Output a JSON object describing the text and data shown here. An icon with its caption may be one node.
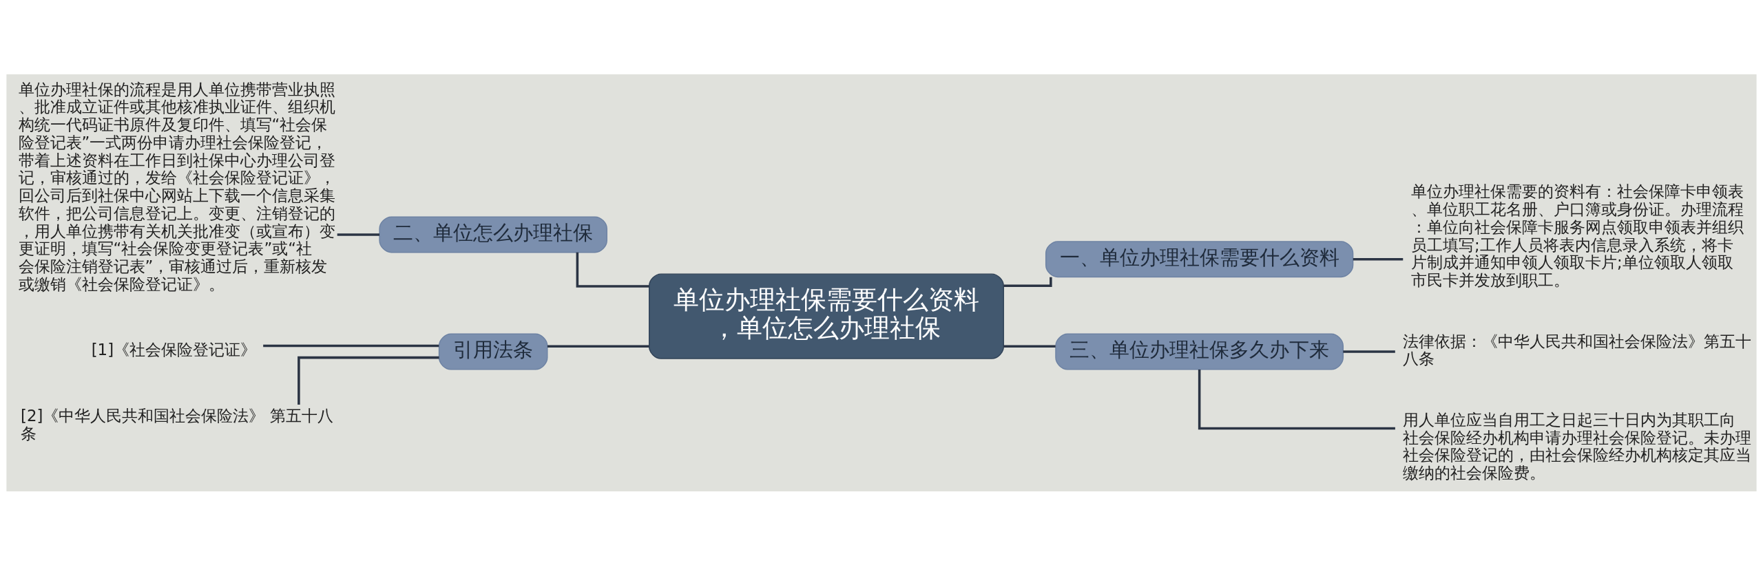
{
  "diagram": {
    "nodes": [
      {
        "text": [
          "单位办理社保需要什么资料，单位怎么办理社保"
        ]
      },
      {
        "text": [
          "一、单位办理社保需要什么资料"
        ]
      },
      {
        "text": [
          "单位办理社保需要的资料有：社会保障卡申领表、单位职工花名册、户口簿或身份证。办理流程：单位向社会保障卡服务网点领取申领表并组织员工填写;工作人员将表内信息录入系统，将卡片制成并通知申领人领取卡片;单位领取人领取市民卡并发放到职工。"
        ]
      },
      {
        "text": [
          "三、单位办理社保多久办下来"
        ]
      },
      {
        "text": [
          "法律依据：《中华人民共和国社会保险法》第五十八条"
        ]
      },
      {
        "text": [
          " 用人单位应当自用工之日起三十日内为其职工向社会保险经办机构申请办理社会保险登记。未办理社会保险登记的，由社会保险经办机构核定其应当缴纳的社会保险费。"
        ]
      },
      {
        "text": [
          "二、单位怎么办理社保"
        ]
      },
      {
        "text": [
          "单位办理社保的流程是用人单位携带营业执照、批准成立证件或其他核准执业证件、组织机构统一代码证书原件及复印件、填写“社会保险登记表”一式两份申请办理社会保险登记，带着上述资料在工作日到社保中心办理公司登记，审核通过的，发给《社会保险登记证》，回公司后到社保中心网站上下载一个信息采集软件，把公司信息登记上。变更、注销登记的，用人单位携带有关机关批准变（或宣布）变更证明，填写“社会保险变更登记表”或“社会保险注销登记表”，审核通过后，重新核发或缴销《社会保险登记证》。"
        ]
      },
      {
        "text": [
          "引用法条"
        ]
      },
      {
        "text": [
          "[1]《社会保险登记证》"
        ]
      },
      {
        "text": [
          "[2]《中华人民共和国社会保险法》 第五十八条"
        ]
      }
    ],
    "edges": [
      {
        "from": 0,
        "to": 1,
        "arrow": "none"
      },
      {
        "from": 1,
        "to": 2,
        "arrow": "none"
      },
      {
        "from": 0,
        "to": 3,
        "arrow": "none"
      },
      {
        "from": 3,
        "to": 4,
        "arrow": "none"
      },
      {
        "from": 3,
        "to": 5,
        "arrow": "none"
      },
      {
        "from": 0,
        "to": 6,
        "arrow": "none"
      },
      {
        "from": 6,
        "to": 7,
        "arrow": "none"
      },
      {
        "from": 0,
        "to": 8,
        "arrow": "none"
      },
      {
        "from": 8,
        "to": 9,
        "arrow": "none"
      },
      {
        "from": 8,
        "to": 10,
        "arrow": "none"
      }
    ]
  }
}
